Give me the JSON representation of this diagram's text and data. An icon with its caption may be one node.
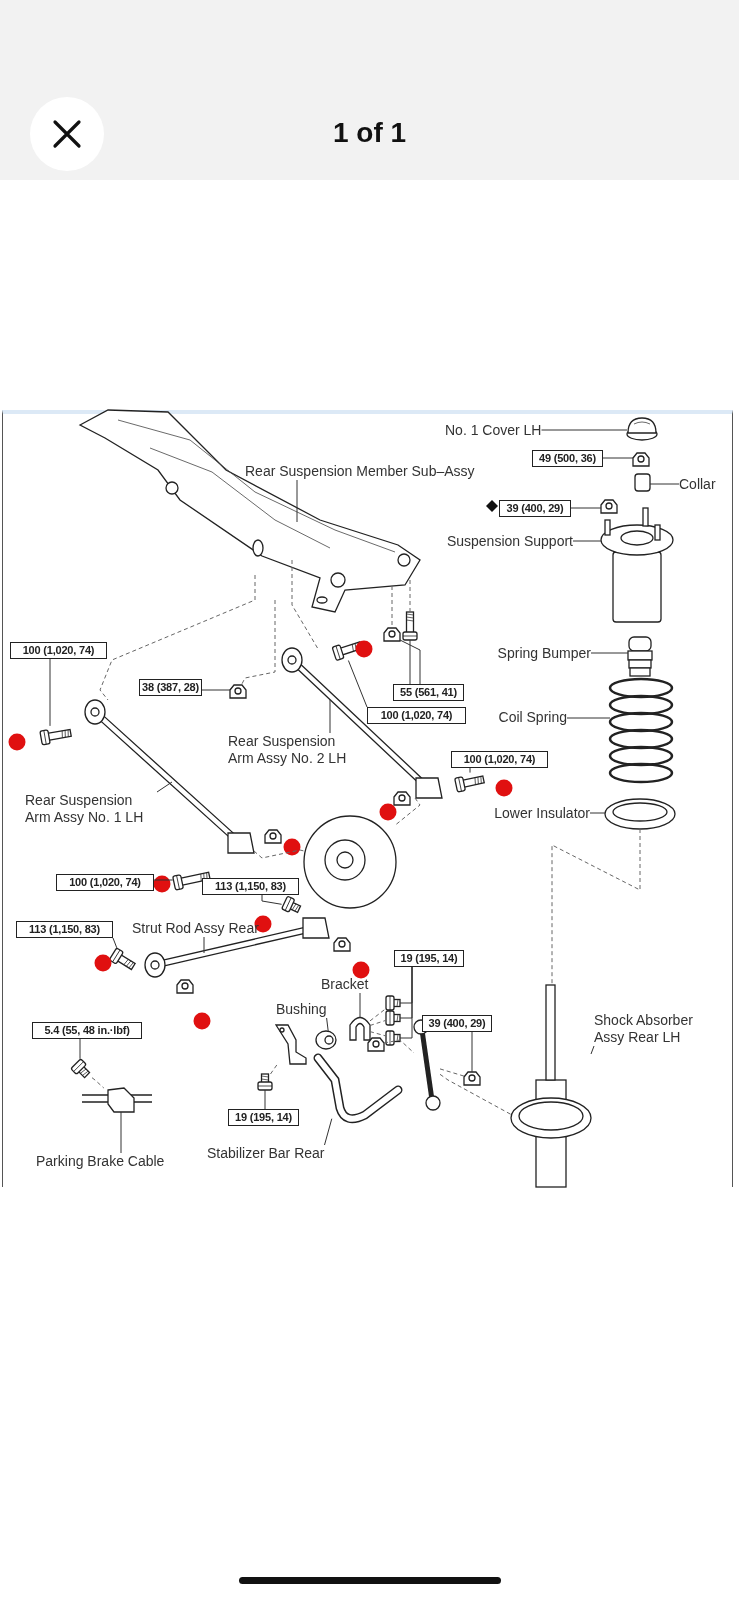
{
  "diagram": {
    "nodes": [
      {
        "text": [
          "No. 1 Cover LH"
        ]
      },
      {
        "text": [
          "49 (500, 36)"
        ]
      },
      {
        "text": [
          "Rear Suspension Member Sub–Assy"
        ]
      },
      {
        "text": [
          "Collar"
        ]
      },
      {
        "text": [
          "39 (400, 29)"
        ]
      },
      {
        "text": [
          "Suspension Support"
        ]
      },
      {
        "text": [
          "100 (1,020, 74)"
        ]
      },
      {
        "text": [
          "Spring Bumper"
        ]
      },
      {
        "text": [
          "38 (387, 28)"
        ]
      },
      {
        "text": [
          "55 (561, 41)"
        ]
      },
      {
        "text": [
          "100 (1,020, 74)"
        ]
      },
      {
        "text": [
          "Coil Spring"
        ]
      },
      {
        "text": [
          "Rear Suspension Arm Assy No. 2 LH"
        ]
      },
      {
        "text": [
          "100 (1,020, 74)"
        ]
      },
      {
        "text": [
          "Rear Suspension Arm Assy No. 1 LH"
        ]
      },
      {
        "text": [
          "Lower Insulator"
        ]
      },
      {
        "text": [
          "100 (1,020, 74)"
        ]
      },
      {
        "text": [
          "113 (1,150, 83)"
        ]
      },
      {
        "text": [
          "113 (1,150, 83)"
        ]
      },
      {
        "text": [
          "Strut Rod Assy Rear"
        ]
      },
      {
        "text": [
          "19 (195, 14)"
        ]
      },
      {
        "text": [
          "Bracket"
        ]
      },
      {
        "text": [
          "Bushing"
        ]
      },
      {
        "text": [
          "Shock Absorber Assy Rear LH"
        ]
      },
      {
        "text": [
          "39 (400, 29)"
        ]
      },
      {
        "text": [
          "5.4 (55, 48 in.·lbf)"
        ]
      },
      {
        "text": [
          "19 (195, 14)"
        ]
      },
      {
        "text": [
          "Stabilizer Bar Rear"
        ]
      },
      {
        "text": [
          "Parking Brake Cable"
        ]
      },
      {
        "text": [],
        "shape": "picture"
      },
      {
        "text": [],
        "shape": "picture"
      },
      {
        "text": [],
        "shape": "picture"
      },
      {
        "text": [],
        "shape": "picture"
      },
      {
        "text": [],
        "shape": "picture"
      },
      {
        "text": [],
        "shape": "picture"
      },
      {
        "text": [],
        "shape": "picture"
      },
      {
        "text": [],
        "shape": "picture"
      },
      {
        "text": [],
        "shape": "picture"
      },
      {
        "text": [],
        "shape": "picture"
      },
      {
        "text": [],
        "shape": "picture"
      },
      {
        "text": [],
        "shape": "picture"
      },
      {
        "text": [],
        "shape": "picture"
      },
      {
        "text": [],
        "shape": "picture"
      },
      {
        "text": [],
        "shape": "picture"
      },
      {
        "text": [],
        "shape": "picture"
      },
      {
        "text": [],
        "shape": "picture"
      },
      {
        "text": [],
        "shape": "picture"
      },
      {
        "text": [],
        "shape": "picture"
      },
      {
        "text": [],
        "shape": "picture"
      },
      {
        "text": [],
        "shape": "picture"
      },
      {
        "text": [],
        "shape": "picture"
      },
      {
        "text": [],
        "shape": "picture"
      },
      {
        "text": [],
        "shape": "picture"
      },
      {
        "text": [],
        "shape": "picture"
      },
      {
        "text": [],
        "shape": "picture"
      },
      {
        "text": [],
        "shape": "picture"
      },
      {
        "text": [],
        "shape": "picture"
      },
      {
        "text": [],
        "shape": "picture"
      },
      {
        "text": [],
        "shape": "picture"
      },
      {
        "text": [],
        "shape": "picture"
      },
      {
        "text": [],
        "shape": "picture"
      },
      {
        "text": [],
        "shape": "picture"
      },
      {
        "text": [],
        "shape": "picture"
      },
      {
        "text": [],
        "shape": "picture"
      },
      {
        "text": [],
        "shape": "picture"
      }
    ],
    "edges": [
      {
        "from": 0,
        "to": 29,
        "arrow": "none"
      },
      {
        "from": 1,
        "to": 30,
        "arrow": "none"
      },
      {
        "from": 2,
        "to": 31,
        "arrow": "none"
      },
      {
        "from": 3,
        "to": 32,
        "arrow": "none"
      },
      {
        "from": 4,
        "to": 33,
        "arrow": "none"
      },
      {
        "from": 5,
        "to": 34,
        "arrow": "none"
      },
      {
        "from": 6,
        "to": 35,
        "arrow": "none"
      },
      {
        "from": 7,
        "to": 36,
        "arrow": "none"
      },
      {
        "from": 8,
        "to": 37,
        "arrow": "none"
      },
      {
        "from": 9,
        "to": 38,
        "arrow": "none"
      },
      {
        "from": 9,
        "to": 39,
        "arrow": "none"
      },
      {
        "from": 10,
        "to": 40,
        "arrow": "none"
      },
      {
        "from": 11,
        "to": 41,
        "arrow": "none"
      },
      {
        "from": 12,
        "to": 42,
        "arrow": "none"
      },
      {
        "from": 13,
        "to": 43,
        "arrow": "none"
      },
      {
        "from": 14,
        "to": 44,
        "arrow": "none"
      },
      {
        "from": 15,
        "to": 45,
        "arrow": "none"
      },
      {
        "from": 16,
        "to": 46,
        "arrow": "none"
      },
      {
        "from": 17,
        "to": 47,
        "arrow": "none"
      },
      {
        "from": 18,
        "to": 48,
        "arrow": "none"
      },
      {
        "from": 19,
        "to": 49,
        "arrow": "none"
      },
      {
        "from": 20,
        "to": 50,
        "arrow": "none"
      },
      {
        "from": 20,
        "to": 51,
        "arrow": "none"
      },
      {
        "from": 20,
        "to": 52,
        "arrow": "none"
      },
      {
        "from": 21,
        "to": 53,
        "arrow": "none"
      },
      {
        "from": 22,
        "to": 54,
        "arrow": "none"
      },
      {
        "from": 23,
        "to": 55,
        "arrow": "none"
      },
      {
        "from": 24,
        "to": 56,
        "arrow": "none"
      },
      {
        "from": 25,
        "to": 57,
        "arrow": "none"
      },
      {
        "from": 26,
        "to": 58,
        "arrow": "none"
      },
      {
        "from": 27,
        "to": 59,
        "arrow": "none"
      },
      {
        "from": 28,
        "to": 60,
        "arrow": "none"
      },
      {
        "from": 31,
        "to": 44,
        "arrow": "none",
        "style": "dashed"
      },
      {
        "from": 31,
        "to": 42,
        "arrow": "none",
        "style": "dashed"
      },
      {
        "from": 31,
        "to": 37,
        "arrow": "none",
        "style": "dashed"
      },
      {
        "from": 31,
        "to": 38,
        "arrow": "none",
        "style": "dashed"
      },
      {
        "from": 31,
        "to": 39,
        "arrow": "none",
        "style": "dashed"
      },
      {
        "from": 44,
        "to": 61,
        "arrow": "none",
        "style": "dashed"
      },
      {
        "from": 42,
        "to": 61,
        "arrow": "none",
        "style": "dashed"
      },
      {
        "from": 45,
        "to": 55,
        "arrow": "none",
        "style": "dashed"
      },
      {
        "from": 53,
        "to": 50,
        "arrow": "none",
        "style": "dashed"
      },
      {
        "from": 53,
        "to": 51,
        "arrow": "none",
        "style": "dashed"
      },
      {
        "from": 53,
        "to": 52,
        "arrow": "none",
        "style": "dashed"
      },
      {
        "from": 62,
        "to": 56,
        "arrow": "none",
        "style": "dashed"
      },
      {
        "from": 62,
        "to": 55,
        "arrow": "none",
        "style": "dashed"
      },
      {
        "from": 63,
        "to": 62,
        "arrow": "none",
        "style": "dashed"
      },
      {
        "from": 57,
        "to": 60,
        "arrow": "none",
        "style": "dashed"
      },
      {
        "from": 58,
        "to": 64,
        "arrow": "none",
        "style": "dashed"
      }
    ],
    "labels": [
      "1 of 1"
    ]
  }
}
